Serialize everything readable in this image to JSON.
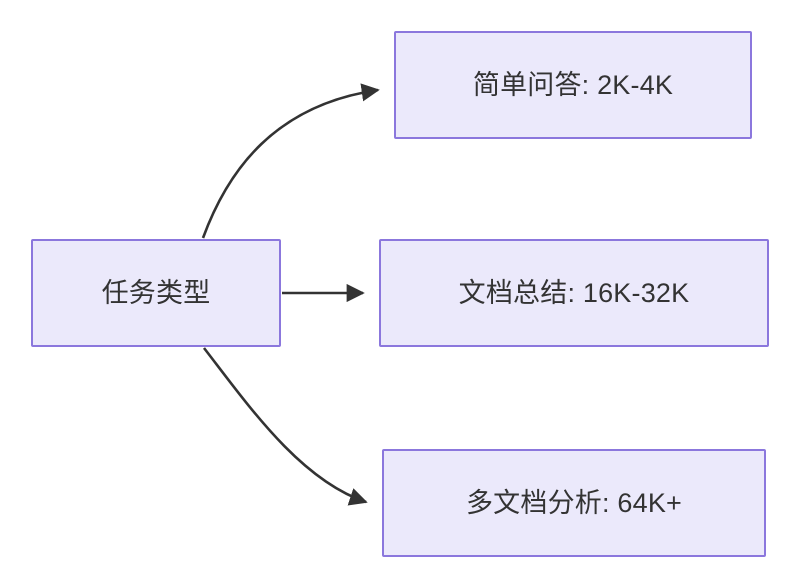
{
  "diagram": {
    "type": "flowchart",
    "direction": "left-to-right",
    "background_color": "#ffffff",
    "node_fill_color": "#ebe9fb",
    "node_border_color": "#8b77dd",
    "node_text_color": "#333333",
    "edge_color": "#333333",
    "source": {
      "id": "node-source",
      "label": "任务类型"
    },
    "targets": [
      {
        "id": "node-simple-qa",
        "label": "简单问答: 2K-4K",
        "task": "简单问答",
        "range": "2K-4K"
      },
      {
        "id": "node-doc-summary",
        "label": "文档总结: 16K-32K",
        "task": "文档总结",
        "range": "16K-32K"
      },
      {
        "id": "node-multi-doc",
        "label": "多文档分析: 64K+",
        "task": "多文档分析",
        "range": "64K+"
      }
    ],
    "edges": [
      {
        "id": "edge-to-simple-qa",
        "from": "任务类型",
        "to": "简单问答: 2K-4K",
        "style": "curved",
        "arrowhead": "filled-triangle"
      },
      {
        "id": "edge-to-doc-summary",
        "from": "任务类型",
        "to": "文档总结: 16K-32K",
        "style": "straight",
        "arrowhead": "filled-triangle"
      },
      {
        "id": "edge-to-multi-doc",
        "from": "任务类型",
        "to": "多文档分析: 64K+",
        "style": "curved",
        "arrowhead": "filled-triangle"
      }
    ]
  }
}
